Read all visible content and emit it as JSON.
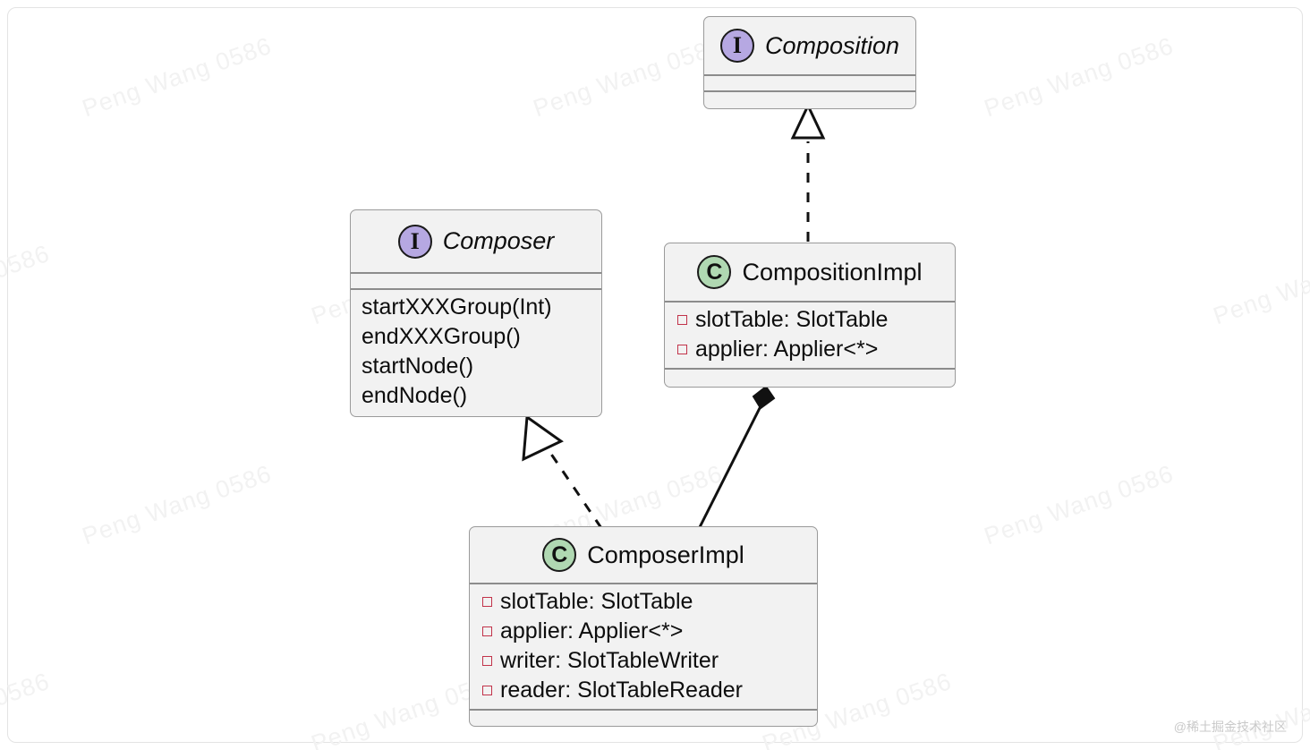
{
  "diagram": {
    "title": "Compose UML class diagram",
    "background_color": "#ffffff",
    "box_fill": "#f2f2f2",
    "box_border": "#9a9a9a",
    "interface_icon_color": "#b6a8e2",
    "class_icon_color": "#b0d8b2",
    "private_marker_color": "#c2334a",
    "interface_icon_glyph": "I",
    "class_icon_glyph": "C"
  },
  "nodes": [
    {
      "id": "composition",
      "name": "Composition",
      "kind": "interface",
      "icon": "interface-icon",
      "fields": [],
      "methods": []
    },
    {
      "id": "composer",
      "name": "Composer",
      "kind": "interface",
      "icon": "interface-icon",
      "fields": [],
      "methods": [
        {
          "label": "startXXXGroup(Int)",
          "visibility": "none"
        },
        {
          "label": "endXXXGroup()",
          "visibility": "none"
        },
        {
          "label": "startNode()",
          "visibility": "none"
        },
        {
          "label": "endNode()",
          "visibility": "none"
        }
      ]
    },
    {
      "id": "composition_impl",
      "name": "CompositionImpl",
      "kind": "class",
      "icon": "class-icon",
      "fields": [
        {
          "label": "slotTable: SlotTable",
          "visibility": "private"
        },
        {
          "label": "applier: Applier<*>",
          "visibility": "private"
        }
      ],
      "methods": []
    },
    {
      "id": "composer_impl",
      "name": "ComposerImpl",
      "kind": "class",
      "icon": "class-icon",
      "fields": [
        {
          "label": "slotTable: SlotTable",
          "visibility": "private"
        },
        {
          "label": "applier: Applier<*>",
          "visibility": "private"
        },
        {
          "label": "writer: SlotTableWriter",
          "visibility": "private"
        },
        {
          "label": "reader: SlotTableReader",
          "visibility": "private"
        }
      ],
      "methods": []
    }
  ],
  "edges": [
    {
      "id": "edge-realization-composition",
      "type": "realization",
      "from": "composition_impl",
      "to": "composition",
      "style": "dashed",
      "arrowhead": "hollow-triangle",
      "label": ""
    },
    {
      "id": "edge-realization-composer",
      "type": "realization",
      "from": "composer_impl",
      "to": "composer",
      "style": "dashed",
      "arrowhead": "hollow-triangle",
      "label": ""
    },
    {
      "id": "edge-composition-aggregation",
      "type": "composition",
      "from": "composition_impl",
      "to": "composer_impl",
      "style": "solid",
      "arrowhead": "filled-diamond",
      "label": ""
    }
  ],
  "watermark": {
    "text": "Peng Wang 0586",
    "color": "#f2f2f2",
    "rotation_deg": -19
  },
  "credit": {
    "text": "@稀土掘金技术社区"
  }
}
